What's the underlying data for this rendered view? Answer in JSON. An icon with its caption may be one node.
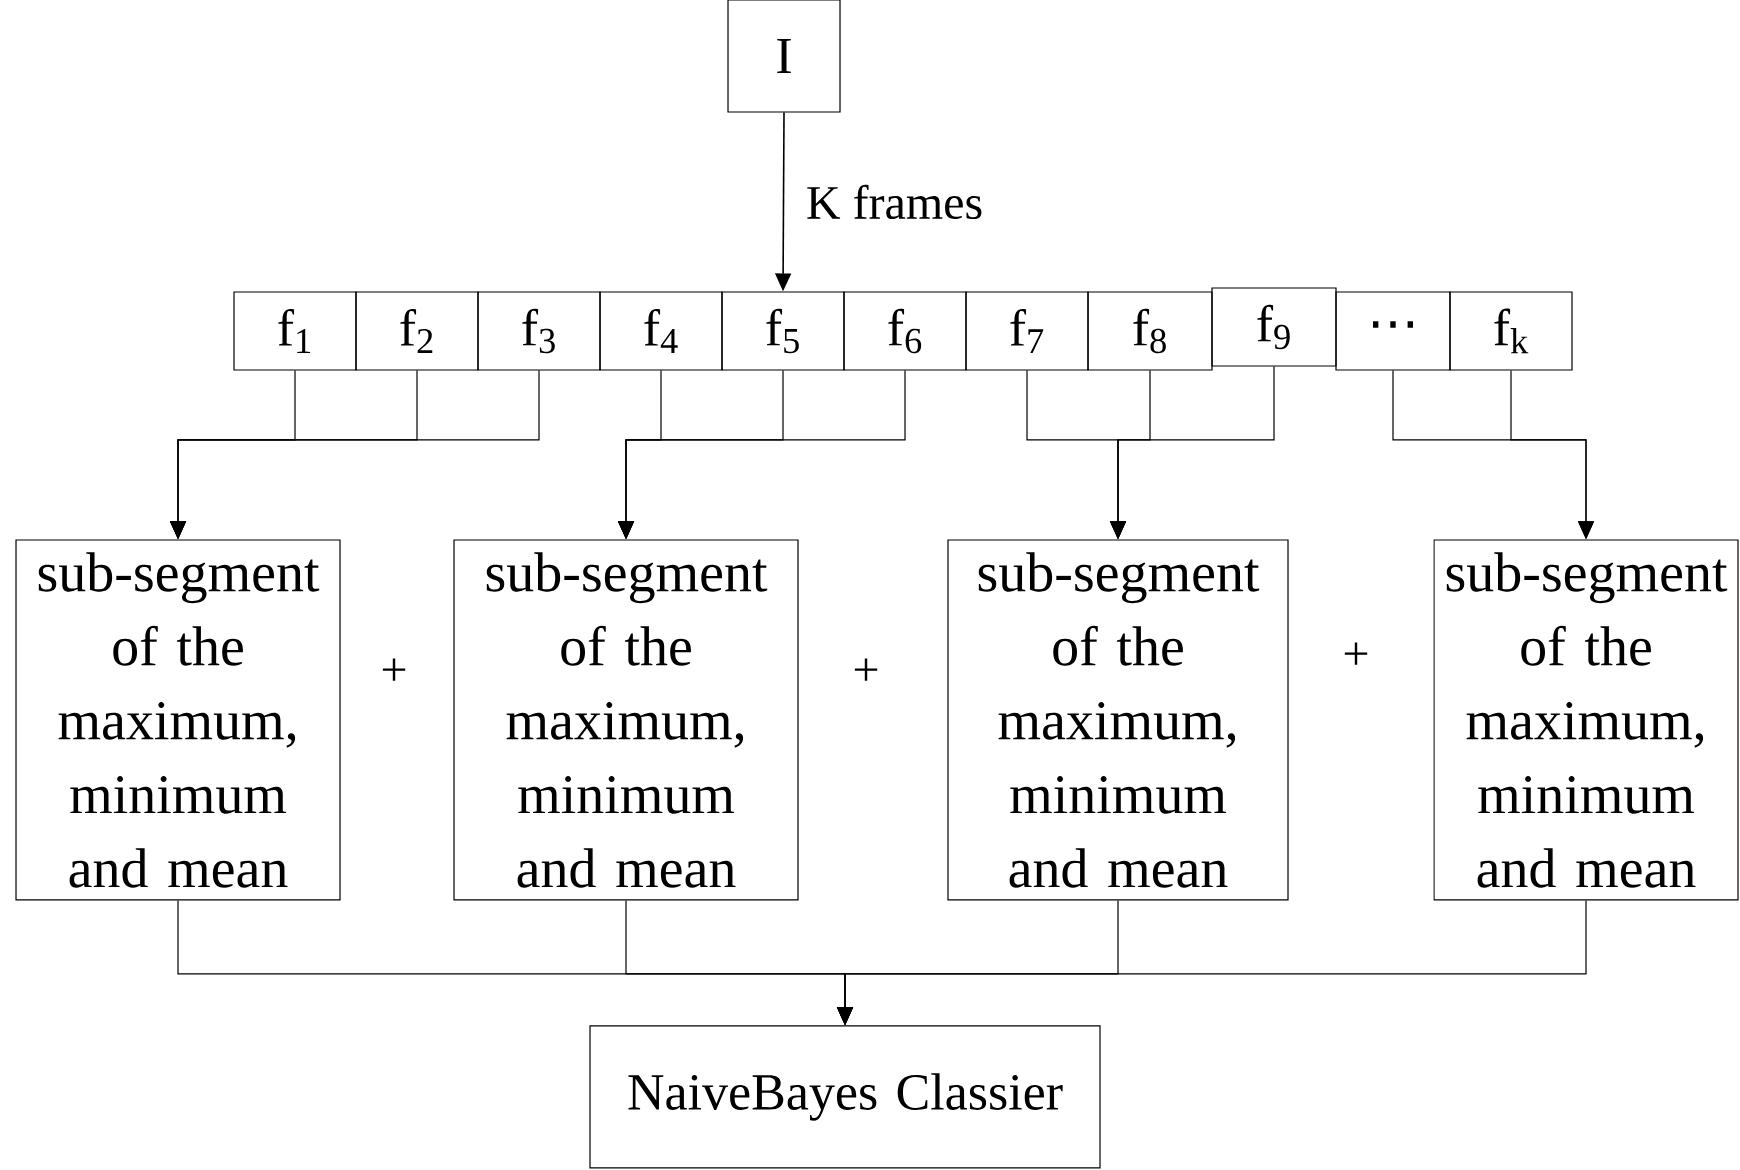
{
  "diagram": {
    "nodes": [
      {
        "text": [
          "I"
        ]
      },
      {
        "text": [
          "f$_{1}$"
        ]
      },
      {
        "text": [
          "f$_{2}$"
        ]
      },
      {
        "text": [
          "f$_{3}$"
        ]
      },
      {
        "text": [
          "f$_{4}$"
        ]
      },
      {
        "text": [
          "f$_{5}$"
        ]
      },
      {
        "text": [
          "f$_{6}$"
        ]
      },
      {
        "text": [
          "f$_{7}$"
        ]
      },
      {
        "text": [
          "f$_{8}$"
        ]
      },
      {
        "text": [
          "f$_{9}$"
        ]
      },
      {
        "text": [
          "⋯"
        ]
      },
      {
        "text": [
          "f$_{k}$"
        ]
      },
      {
        "text": [
          "sub-segment of the maximum, minimum and mean"
        ]
      },
      {
        "text": [
          "sub-segment of the maximum, minimum and mean"
        ]
      },
      {
        "text": [
          "sub-segment of the maximum, minimum and mean"
        ]
      },
      {
        "text": [
          "sub-segment of the maximum, minimum and mean"
        ]
      },
      {
        "text": [
          "NaiveBayes Classier"
        ]
      }
    ],
    "edges": [
      {
        "from": 0,
        "to": 5,
        "arrow": "to",
        "label": "K frames"
      },
      {
        "from": 1,
        "to": 12,
        "arrow": "to"
      },
      {
        "from": 2,
        "to": 12,
        "arrow": "to"
      },
      {
        "from": 3,
        "to": 12,
        "arrow": "to"
      },
      {
        "from": 4,
        "to": 13,
        "arrow": "to"
      },
      {
        "from": 5,
        "to": 13,
        "arrow": "to"
      },
      {
        "from": 6,
        "to": 13,
        "arrow": "to"
      },
      {
        "from": 7,
        "to": 14,
        "arrow": "to"
      },
      {
        "from": 8,
        "to": 14,
        "arrow": "to"
      },
      {
        "from": 9,
        "to": 14,
        "arrow": "to"
      },
      {
        "from": 10,
        "to": 15,
        "arrow": "to"
      },
      {
        "from": 11,
        "to": 15,
        "arrow": "to"
      },
      {
        "from": 12,
        "to": 16,
        "arrow": "to"
      },
      {
        "from": 13,
        "to": 16,
        "arrow": "to"
      },
      {
        "from": 14,
        "to": 16,
        "arrow": "to"
      },
      {
        "from": 15,
        "to": 16,
        "arrow": "to"
      }
    ],
    "labels": [
      "+",
      "+",
      "+"
    ]
  }
}
